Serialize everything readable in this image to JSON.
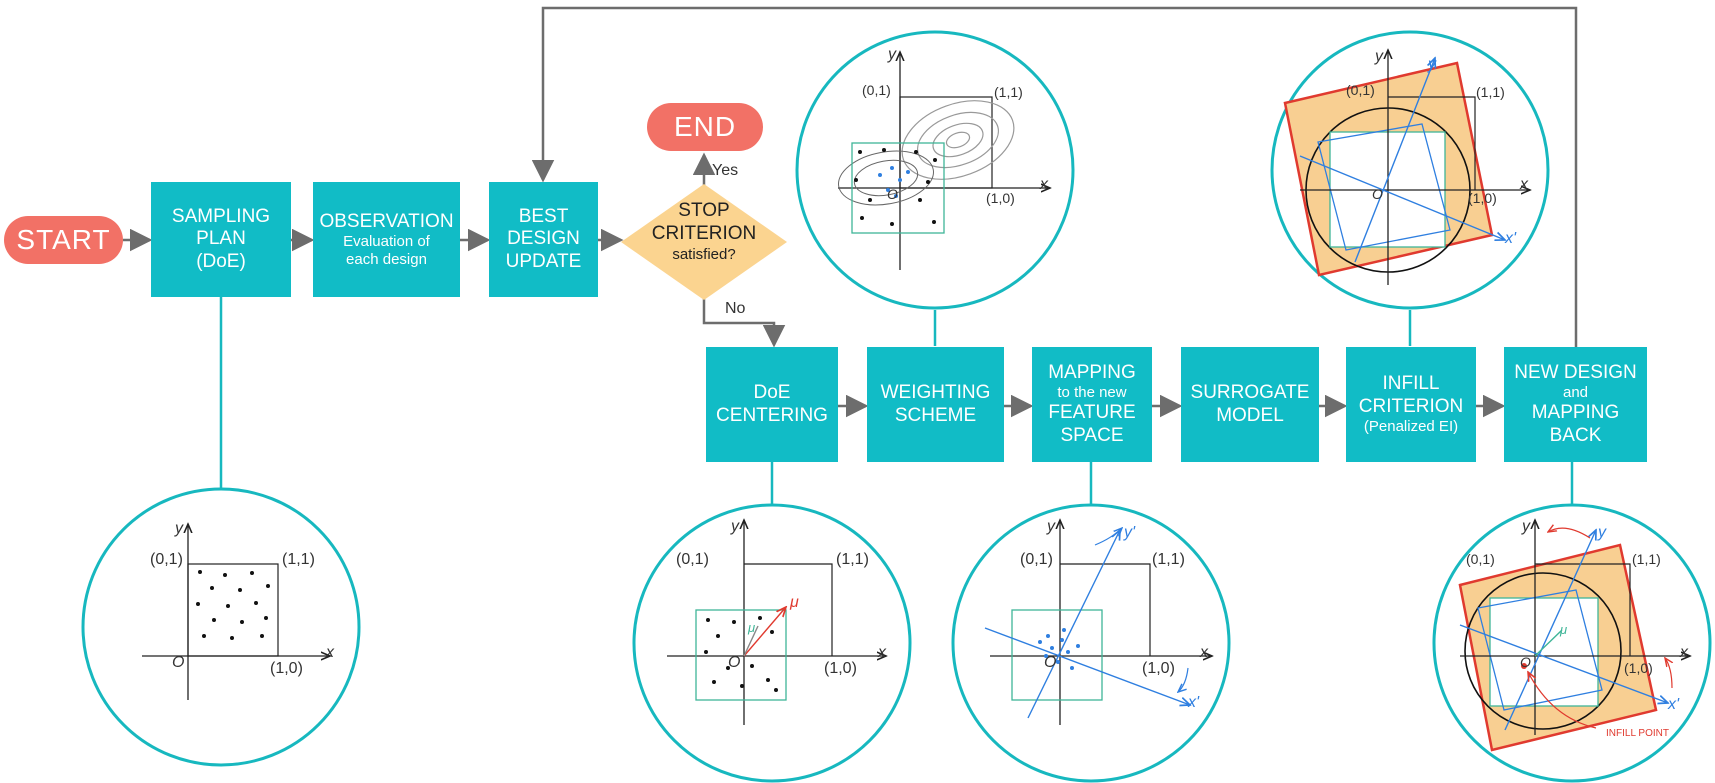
{
  "start": "START",
  "end": "END",
  "boxes": {
    "sampling": [
      "SAMPLING",
      "PLAN",
      "(DoE)"
    ],
    "observation": {
      "title": "OBSERVATION",
      "sub": [
        "Evaluation of",
        "each design"
      ]
    },
    "best": [
      "BEST",
      "DESIGN",
      "UPDATE"
    ],
    "doe_centering": [
      "DoE",
      "CENTERING"
    ],
    "weighting": [
      "WEIGHTING",
      "SCHEME"
    ],
    "mapping": {
      "l1": "MAPPING",
      "l2": "to the new",
      "l3": "FEATURE",
      "l4": "SPACE"
    },
    "surrogate": [
      "SURROGATE",
      "MODEL"
    ],
    "infill": {
      "l1": "INFILL",
      "l2": "CRITERION",
      "l3": "(Penalized EI)"
    },
    "new_design": {
      "l1": "NEW DESIGN",
      "l2": "and",
      "l3": "MAPPING",
      "l4": "BACK"
    }
  },
  "decision": {
    "l1": "STOP",
    "l2": "CRITERION",
    "l3": "satisfied?"
  },
  "edge_labels": {
    "yes": "Yes",
    "no": "No"
  },
  "axes": {
    "x": "x",
    "y": "y",
    "origin": "O",
    "p01": "(0,1)",
    "p11": "(1,1)",
    "p10": "(1,0)",
    "x_rot": "x'",
    "y_rot": "y'",
    "mu": "μ",
    "infill_point": "INFILL POINT"
  },
  "colors": {
    "box": "#11bcc6",
    "pill": "#f27166",
    "decision": "#fbd490",
    "circle": "#17b8bf",
    "arrow": "#6d6d6d",
    "blue": "#2f7fe0",
    "green": "#3fb597",
    "red": "#e03a2f",
    "orange": "#f8cf92"
  }
}
